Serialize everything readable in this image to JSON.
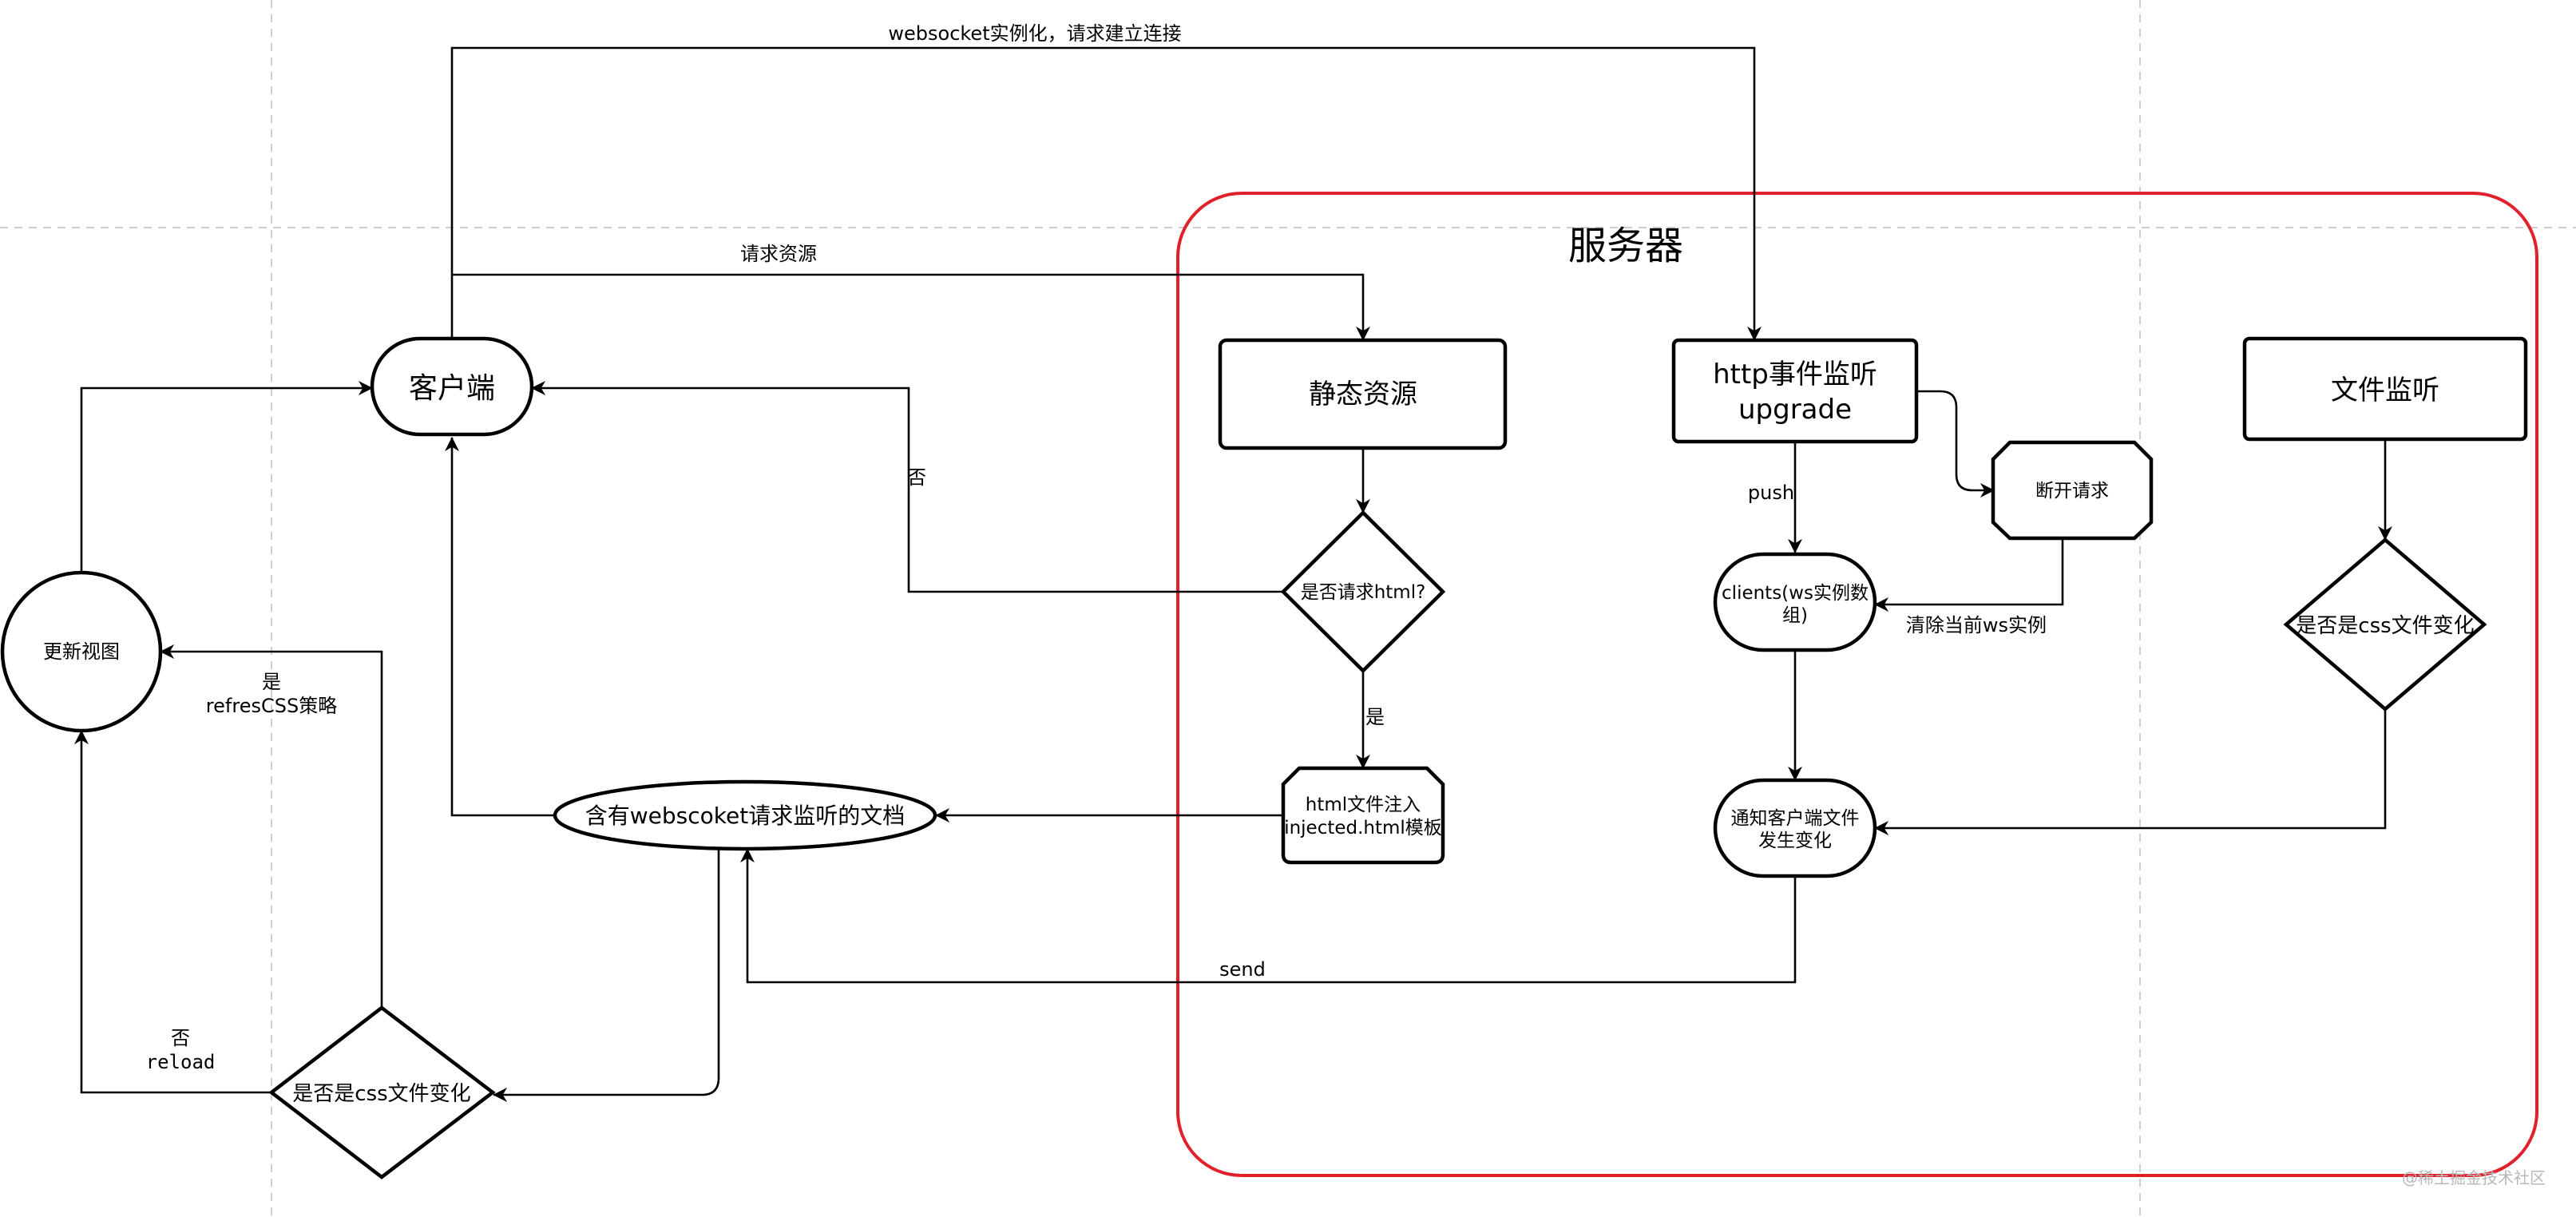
{
  "colors": {
    "server_border": "#e0212b",
    "line": "#000000",
    "guide": "#cfcfcf",
    "watermark": "#b8b8b8"
  },
  "server": {
    "title": "服务器"
  },
  "nodes": {
    "client": "客户端",
    "update_view": "更新视图",
    "static_resource": "静态资源",
    "is_html_request": "是否请求html?",
    "html_inject_1": "html文件注入",
    "html_inject_2": "injected.html模板",
    "ws_document": "含有webscoket请求监听的文档",
    "client_css_check": "是否是css文件变化",
    "http_upgrade_1": "http事件监听",
    "http_upgrade_2": "upgrade",
    "disconnect": "断开请求",
    "clients_1": "clients(ws实例数",
    "clients_2": "组)",
    "notify_1": "通知客户端文件",
    "notify_2": "发生变化",
    "file_watch": "文件监听",
    "server_css_check": "是否是css文件变化"
  },
  "edges": {
    "ws_instantiate": "websocket实例化，请求建立连接",
    "request_resource": "请求资源",
    "no": "否",
    "yes": "是",
    "push": "push",
    "clear_ws": "清除当前ws实例",
    "send": "send",
    "refresh_css": "refresCSS策略",
    "reload": "reload"
  },
  "watermark": "@稀土掘金技术社区"
}
